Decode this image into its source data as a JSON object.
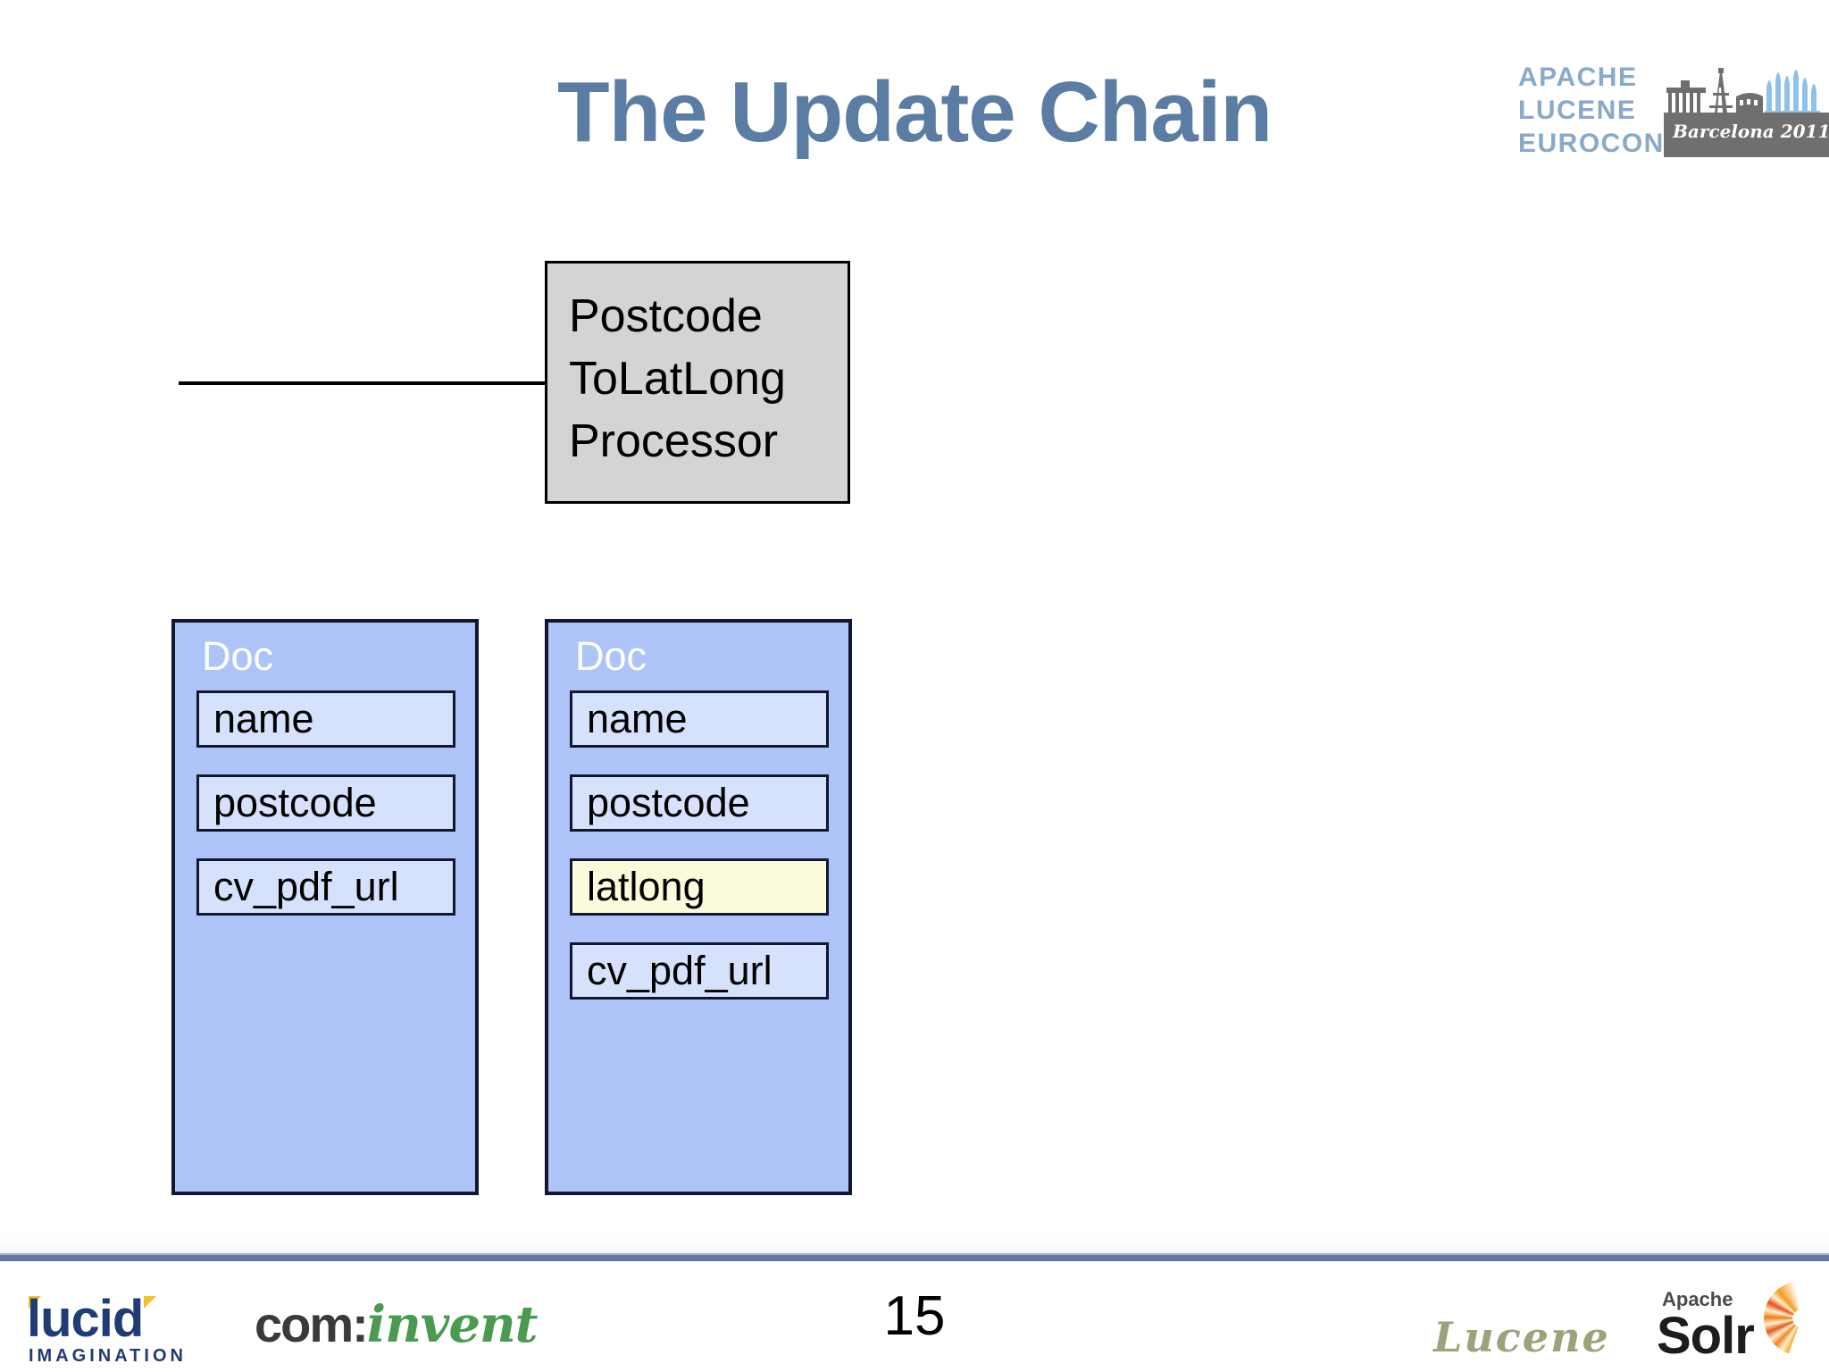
{
  "slide": {
    "title": "The Update Chain",
    "page_number": "15"
  },
  "brand_logo": {
    "line1": "APACHE",
    "line2": "LUCENE",
    "line3": "EUROCON",
    "city_year": "Barcelona 2011"
  },
  "diagram": {
    "processor": {
      "name": "postcode-to-latlong-processor",
      "label": "Postcode\nToLatLong\nProcessor",
      "fill": "#d4d4d4",
      "border": "#000000"
    },
    "connector": {
      "name": "chain-connector-line",
      "color": "#000000"
    },
    "documents": [
      {
        "title": "Doc",
        "fill": "#aec3f7",
        "border": "#10172e",
        "fields": [
          {
            "label": "name",
            "highlighted": false
          },
          {
            "label": "postcode",
            "highlighted": false
          },
          {
            "label": "cv_pdf_url",
            "highlighted": false
          }
        ]
      },
      {
        "title": "Doc",
        "fill": "#aec3f7",
        "border": "#10172e",
        "fields": [
          {
            "label": "name",
            "highlighted": false
          },
          {
            "label": "postcode",
            "highlighted": false
          },
          {
            "label": "latlong",
            "highlighted": true
          },
          {
            "label": "cv_pdf_url",
            "highlighted": false
          }
        ]
      }
    ]
  },
  "footer": {
    "divider_color": "#64789e",
    "lucid": {
      "word": "lucid",
      "tagline": "IMAGINATION"
    },
    "cominvent": {
      "part1": "com:",
      "part2": "invent"
    },
    "lucene": {
      "word": "Lucene"
    },
    "solr": {
      "apache": "Apache",
      "word": "Solr"
    }
  },
  "colors": {
    "title_blue": "#5b7da3",
    "doc_fill": "#aec3f7",
    "field_fill": "#d6e2fb",
    "highlight_fill": "#fbfbdc",
    "processor_fill": "#d4d4d4"
  }
}
